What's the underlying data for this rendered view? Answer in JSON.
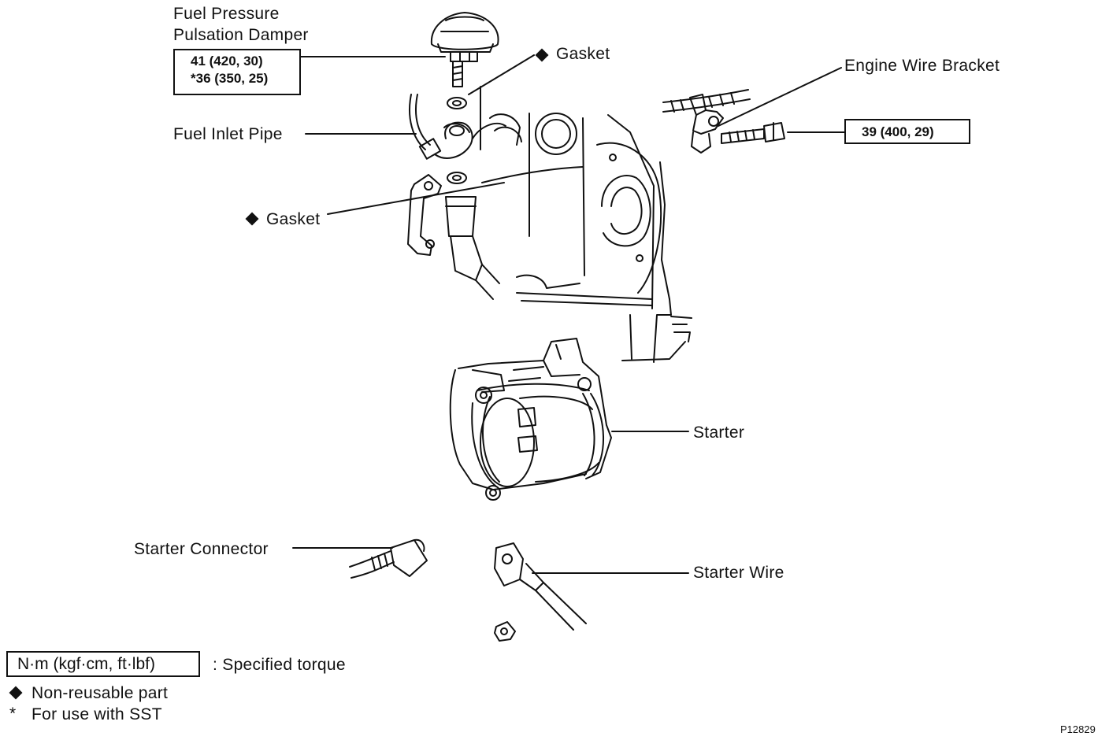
{
  "labels": {
    "damper_line1": "Fuel Pressure",
    "damper_line2": "Pulsation Damper",
    "gasket_top": "Gasket",
    "fuel_inlet_pipe": "Fuel Inlet Pipe",
    "gasket_lower": "Gasket",
    "engine_wire_bracket": "Engine Wire Bracket",
    "starter": "Starter",
    "starter_connector": "Starter Connector",
    "starter_wire": "Starter Wire"
  },
  "torque": {
    "damper_line1": "41 (420, 30)",
    "damper_line2": "*36 (350, 25)",
    "bracket_bolt": "39 (400, 29)"
  },
  "legend": {
    "unit_box": "N·m (kgf·cm, ft·lbf)",
    "unit_desc": ":  Specified torque",
    "nonreusable": "Non-reusable part",
    "sst_mark": "*",
    "sst": "For use with SST"
  },
  "figure_id": "P12829",
  "icons": {
    "nonreusable_marker": "diamond-icon"
  }
}
